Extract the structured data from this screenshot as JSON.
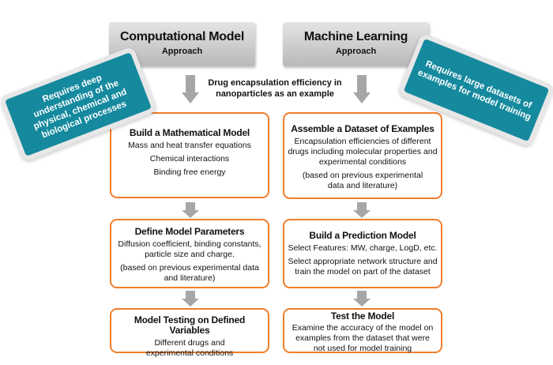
{
  "left": {
    "header": {
      "title": "Computational Model",
      "subtitle": "Approach"
    },
    "note": "Requires deep understanding of the physical, chemical  and biological processes",
    "steps": [
      {
        "title": "Build a Mathematical Model",
        "lines": [
          "Mass and heat transfer equations",
          "Chemical interactions",
          "Binding free energy"
        ]
      },
      {
        "title": "Define Model Parameters",
        "lines": [
          "Diffusion coefficient, binding constants, particle size and charge.",
          "(based on previous experimental data and literature)"
        ]
      },
      {
        "title": "Model Testing on Defined Variables",
        "lines": [
          "Different drugs and experimental conditions"
        ]
      }
    ]
  },
  "right": {
    "header": {
      "title": "Machine Learning",
      "subtitle": "Approach"
    },
    "note": "Requires large datasets of examples for model training",
    "steps": [
      {
        "title": "Assemble a Dataset of Examples",
        "lines": [
          "Encapsulation efficiencies of different drugs including molecular properties and experimental conditions",
          "(based on previous experimental data and literature)"
        ]
      },
      {
        "title": "Build a Prediction Model",
        "lines": [
          "Select Features: MW, charge, LogD, etc.",
          "Select appropriate network structure and train the model on part of the dataset"
        ]
      },
      {
        "title": "Test the Model",
        "lines": [
          "Examine the accuracy of the model on examples from the dataset that were not used for model training"
        ]
      }
    ]
  },
  "center_caption": "Drug encapsulation efficiency in nanoparticles as an example",
  "colors": {
    "box_border": "#f07d2a",
    "note_bg": "#15899e",
    "arrow": "#a6a6a6",
    "header_bg": "#c8c8c8"
  }
}
